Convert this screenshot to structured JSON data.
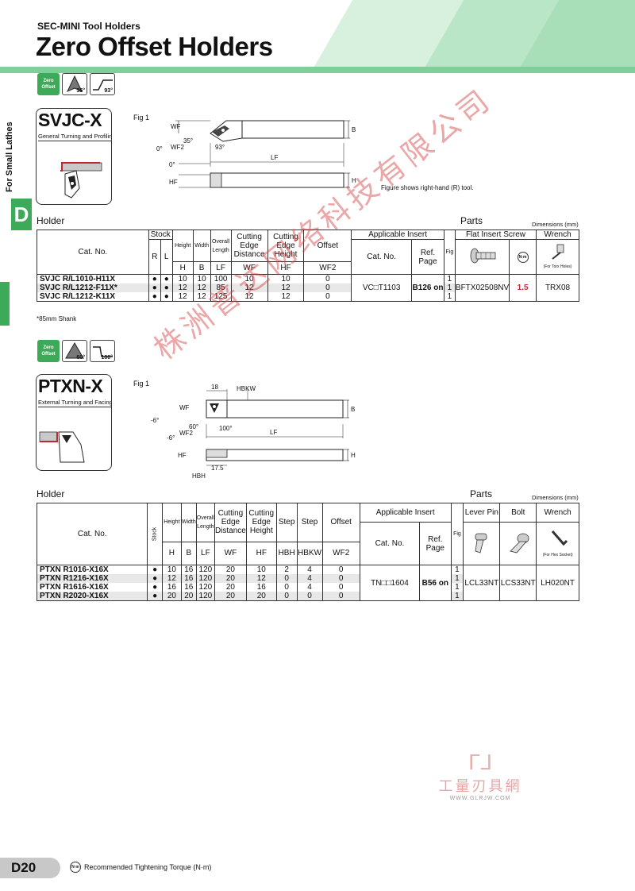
{
  "header": {
    "subtitle": "SEC-MINI Tool Holders",
    "title": "Zero Offset Holders"
  },
  "side": {
    "label": "For Small Lathes",
    "letter": "D"
  },
  "sections": [
    {
      "badge": "Zero Offset",
      "icon_angle_1": "35°",
      "icon_angle_2": "93°",
      "name": "SVJC-X",
      "sub": "General Turning and Profiling",
      "fig": "Fig 1",
      "fig_note": "Figure shows right-hand (R) tool.",
      "dims": {
        "wf": "WF",
        "wf2": "WF2",
        "b": "B",
        "lf": "LF",
        "h": "H",
        "hf": "HF",
        "a1": "35°",
        "a2": "93°",
        "z1": "0°",
        "z2": "0°"
      },
      "holder_label": "Holder",
      "parts_label": "Parts",
      "dimensions_note": "Dimensions (mm)",
      "headers": {
        "cat": "Cat. No.",
        "stock": "Stock",
        "r": "R",
        "l": "L",
        "height": "Height",
        "width": "Width",
        "overall": "Overall Length",
        "cutting_wf": "Cutting Edge Distance",
        "cutting_hf": "Cutting Edge Height",
        "offset": "Offset",
        "applicable": "Applicable Insert",
        "ins_cat": "Cat. No.",
        "ref": "Ref. Page",
        "fig": "Fig",
        "screw": "Flat Insert Screw",
        "wrench": "Wrench",
        "h": "H",
        "b": "B",
        "lf": "LF",
        "wf": "WF",
        "hf": "HF",
        "wf2": "WF2",
        "torx_note": "(For Torx Holes)",
        "nm": "N·m"
      },
      "rows": [
        {
          "cat": "SVJC R/L1010-H11X",
          "r": "●",
          "l": "●",
          "h": "10",
          "b": "10",
          "lf": "100",
          "wf": "10",
          "hf": "10",
          "wf2": "0",
          "fig": "1"
        },
        {
          "cat": "SVJC R/L1212-F11X*",
          "r": "●",
          "l": "●",
          "h": "12",
          "b": "12",
          "lf": "85",
          "wf": "12",
          "hf": "12",
          "wf2": "0",
          "fig": "1"
        },
        {
          "cat": "SVJC R/L1212-K11X",
          "r": "●",
          "l": "●",
          "h": "12",
          "b": "12",
          "lf": "125",
          "wf": "12",
          "hf": "12",
          "wf2": "0",
          "fig": "1"
        }
      ],
      "insert": "VC□T1103",
      "ref_page": "B126 on",
      "screw": "BFTX02508NV",
      "torque": "1.5",
      "wrench": "TRX08",
      "note": "*85mm Shank"
    },
    {
      "badge": "Zero Offset",
      "icon_angle_1": "60°",
      "icon_angle_2": "100°",
      "name": "PTXN-X",
      "sub": "External Turning and Facing",
      "fig": "Fig 1",
      "dims": {
        "d18": "18",
        "hbkw": "HBKW",
        "wf": "WF",
        "wf2": "WF2",
        "b": "B",
        "lf": "LF",
        "h": "H",
        "hf": "HF",
        "hbh": "HBH",
        "d175": "17.5",
        "a1": "60°",
        "a2": "100°",
        "n1": "-6°",
        "n2": "-6°"
      },
      "holder_label": "Holder",
      "parts_label": "Parts",
      "dimensions_note": "Dimensions (mm)",
      "headers": {
        "cat": "Cat. No.",
        "stock": "Stock",
        "height": "Height",
        "width": "Width",
        "overall": "Overall Length",
        "cutting_wf": "Cutting Edge Distance",
        "cutting_hf": "Cutting Edge Height",
        "step1": "Step",
        "step2": "Step",
        "offset": "Offset",
        "applicable": "Applicable Insert",
        "ins_cat": "Cat. No.",
        "ref": "Ref. Page",
        "fig": "Fig",
        "lever": "Lever Pin",
        "bolt": "Bolt",
        "wrench": "Wrench",
        "h": "H",
        "b": "B",
        "lf": "LF",
        "wf": "WF",
        "hf": "HF",
        "hbh": "HBH",
        "hbkw": "HBKW",
        "wf2": "WF2",
        "hex_note": "(For Hex Socket)"
      },
      "rows": [
        {
          "cat": "PTXN R1016-X16X",
          "stock": "●",
          "h": "10",
          "b": "16",
          "lf": "120",
          "wf": "20",
          "hf": "10",
          "hbh": "2",
          "hbkw": "4",
          "wf2": "0",
          "fig": "1"
        },
        {
          "cat": "PTXN R1216-X16X",
          "stock": "●",
          "h": "12",
          "b": "16",
          "lf": "120",
          "wf": "20",
          "hf": "12",
          "hbh": "0",
          "hbkw": "4",
          "wf2": "0",
          "fig": "1"
        },
        {
          "cat": "PTXN R1616-X16X",
          "stock": "●",
          "h": "16",
          "b": "16",
          "lf": "120",
          "wf": "20",
          "hf": "16",
          "hbh": "0",
          "hbkw": "4",
          "wf2": "0",
          "fig": "1"
        },
        {
          "cat": "PTXN R2020-X16X",
          "stock": "●",
          "h": "20",
          "b": "20",
          "lf": "120",
          "wf": "20",
          "hf": "20",
          "hbh": "0",
          "hbkw": "0",
          "wf2": "0",
          "fig": "1"
        }
      ],
      "insert": "TN□□1604",
      "ref_page": "B56 on",
      "lever": "LCL33NT",
      "bolt": "LCS33NT",
      "wrench": "LH020NT"
    }
  ],
  "footer": {
    "page": "D20",
    "nm": "N·m",
    "note": "Recommended Tightening Torque (N·m)"
  },
  "watermark": {
    "text": "株洲普达网络科技有限公司",
    "logo_cn": "工量刃具網",
    "logo_url": "WWW.GLRJW.COM"
  }
}
